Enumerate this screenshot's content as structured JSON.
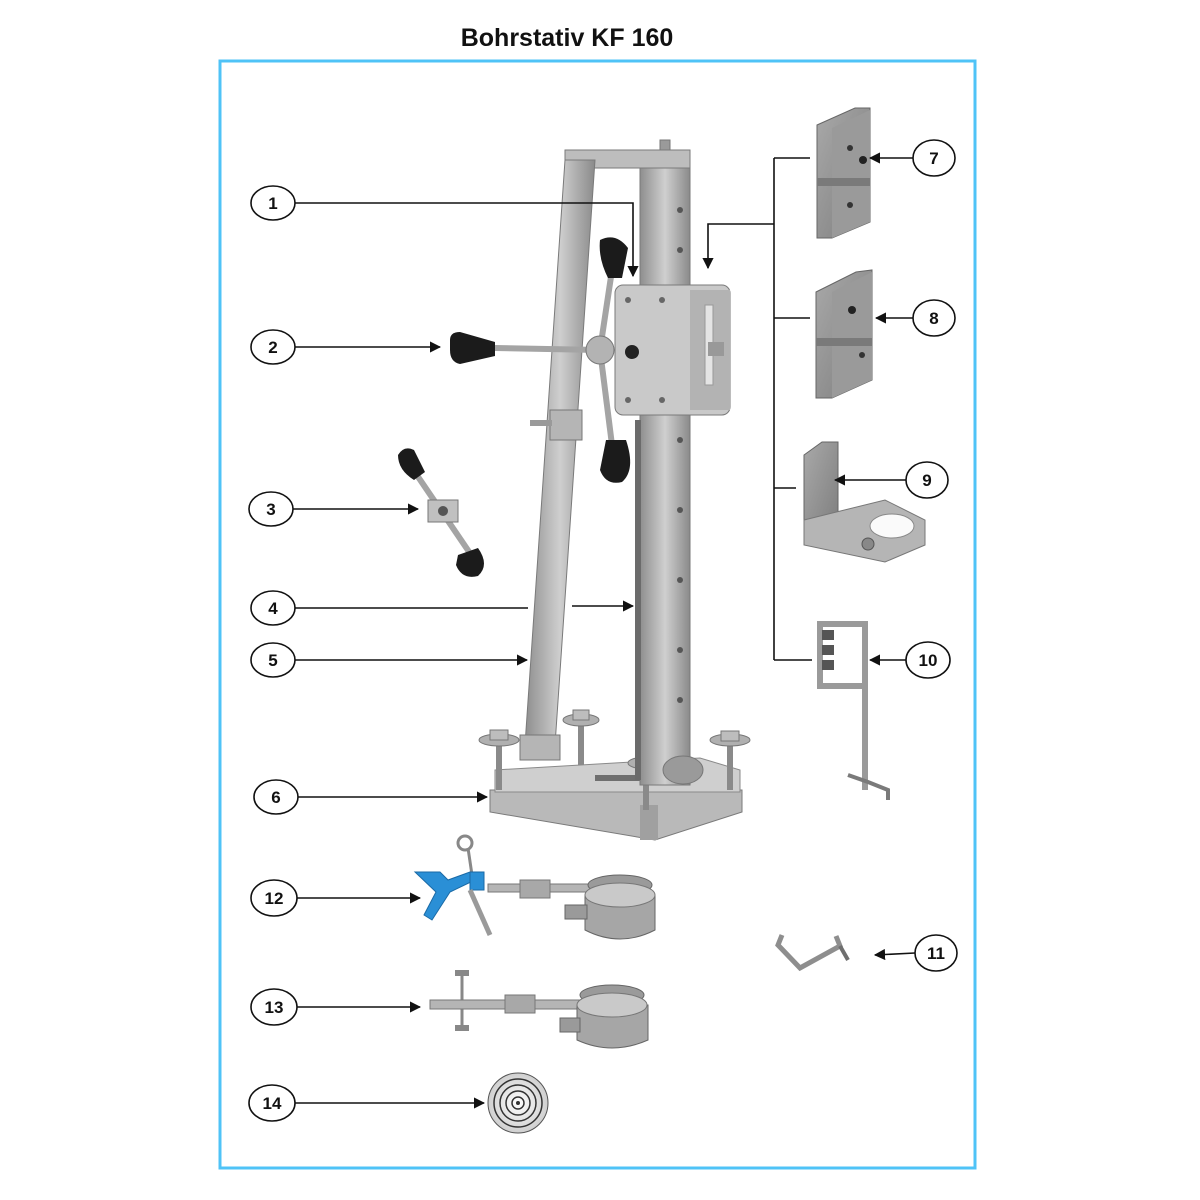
{
  "title": "Bohrstativ KF 160",
  "colors": {
    "frame": "#4fc3f7",
    "metal_light": "#c4c4c4",
    "metal_mid": "#9e9e9e",
    "metal_dark": "#6f6f6f",
    "knob": "#1b1b1b",
    "gun_blue": "#2a8fd6"
  },
  "callouts": [
    {
      "number": "1"
    },
    {
      "number": "2"
    },
    {
      "number": "3"
    },
    {
      "number": "4"
    },
    {
      "number": "5"
    },
    {
      "number": "6"
    },
    {
      "number": "7"
    },
    {
      "number": "8"
    },
    {
      "number": "9"
    },
    {
      "number": "10"
    },
    {
      "number": "11"
    },
    {
      "number": "12"
    },
    {
      "number": "13"
    },
    {
      "number": "14"
    }
  ]
}
